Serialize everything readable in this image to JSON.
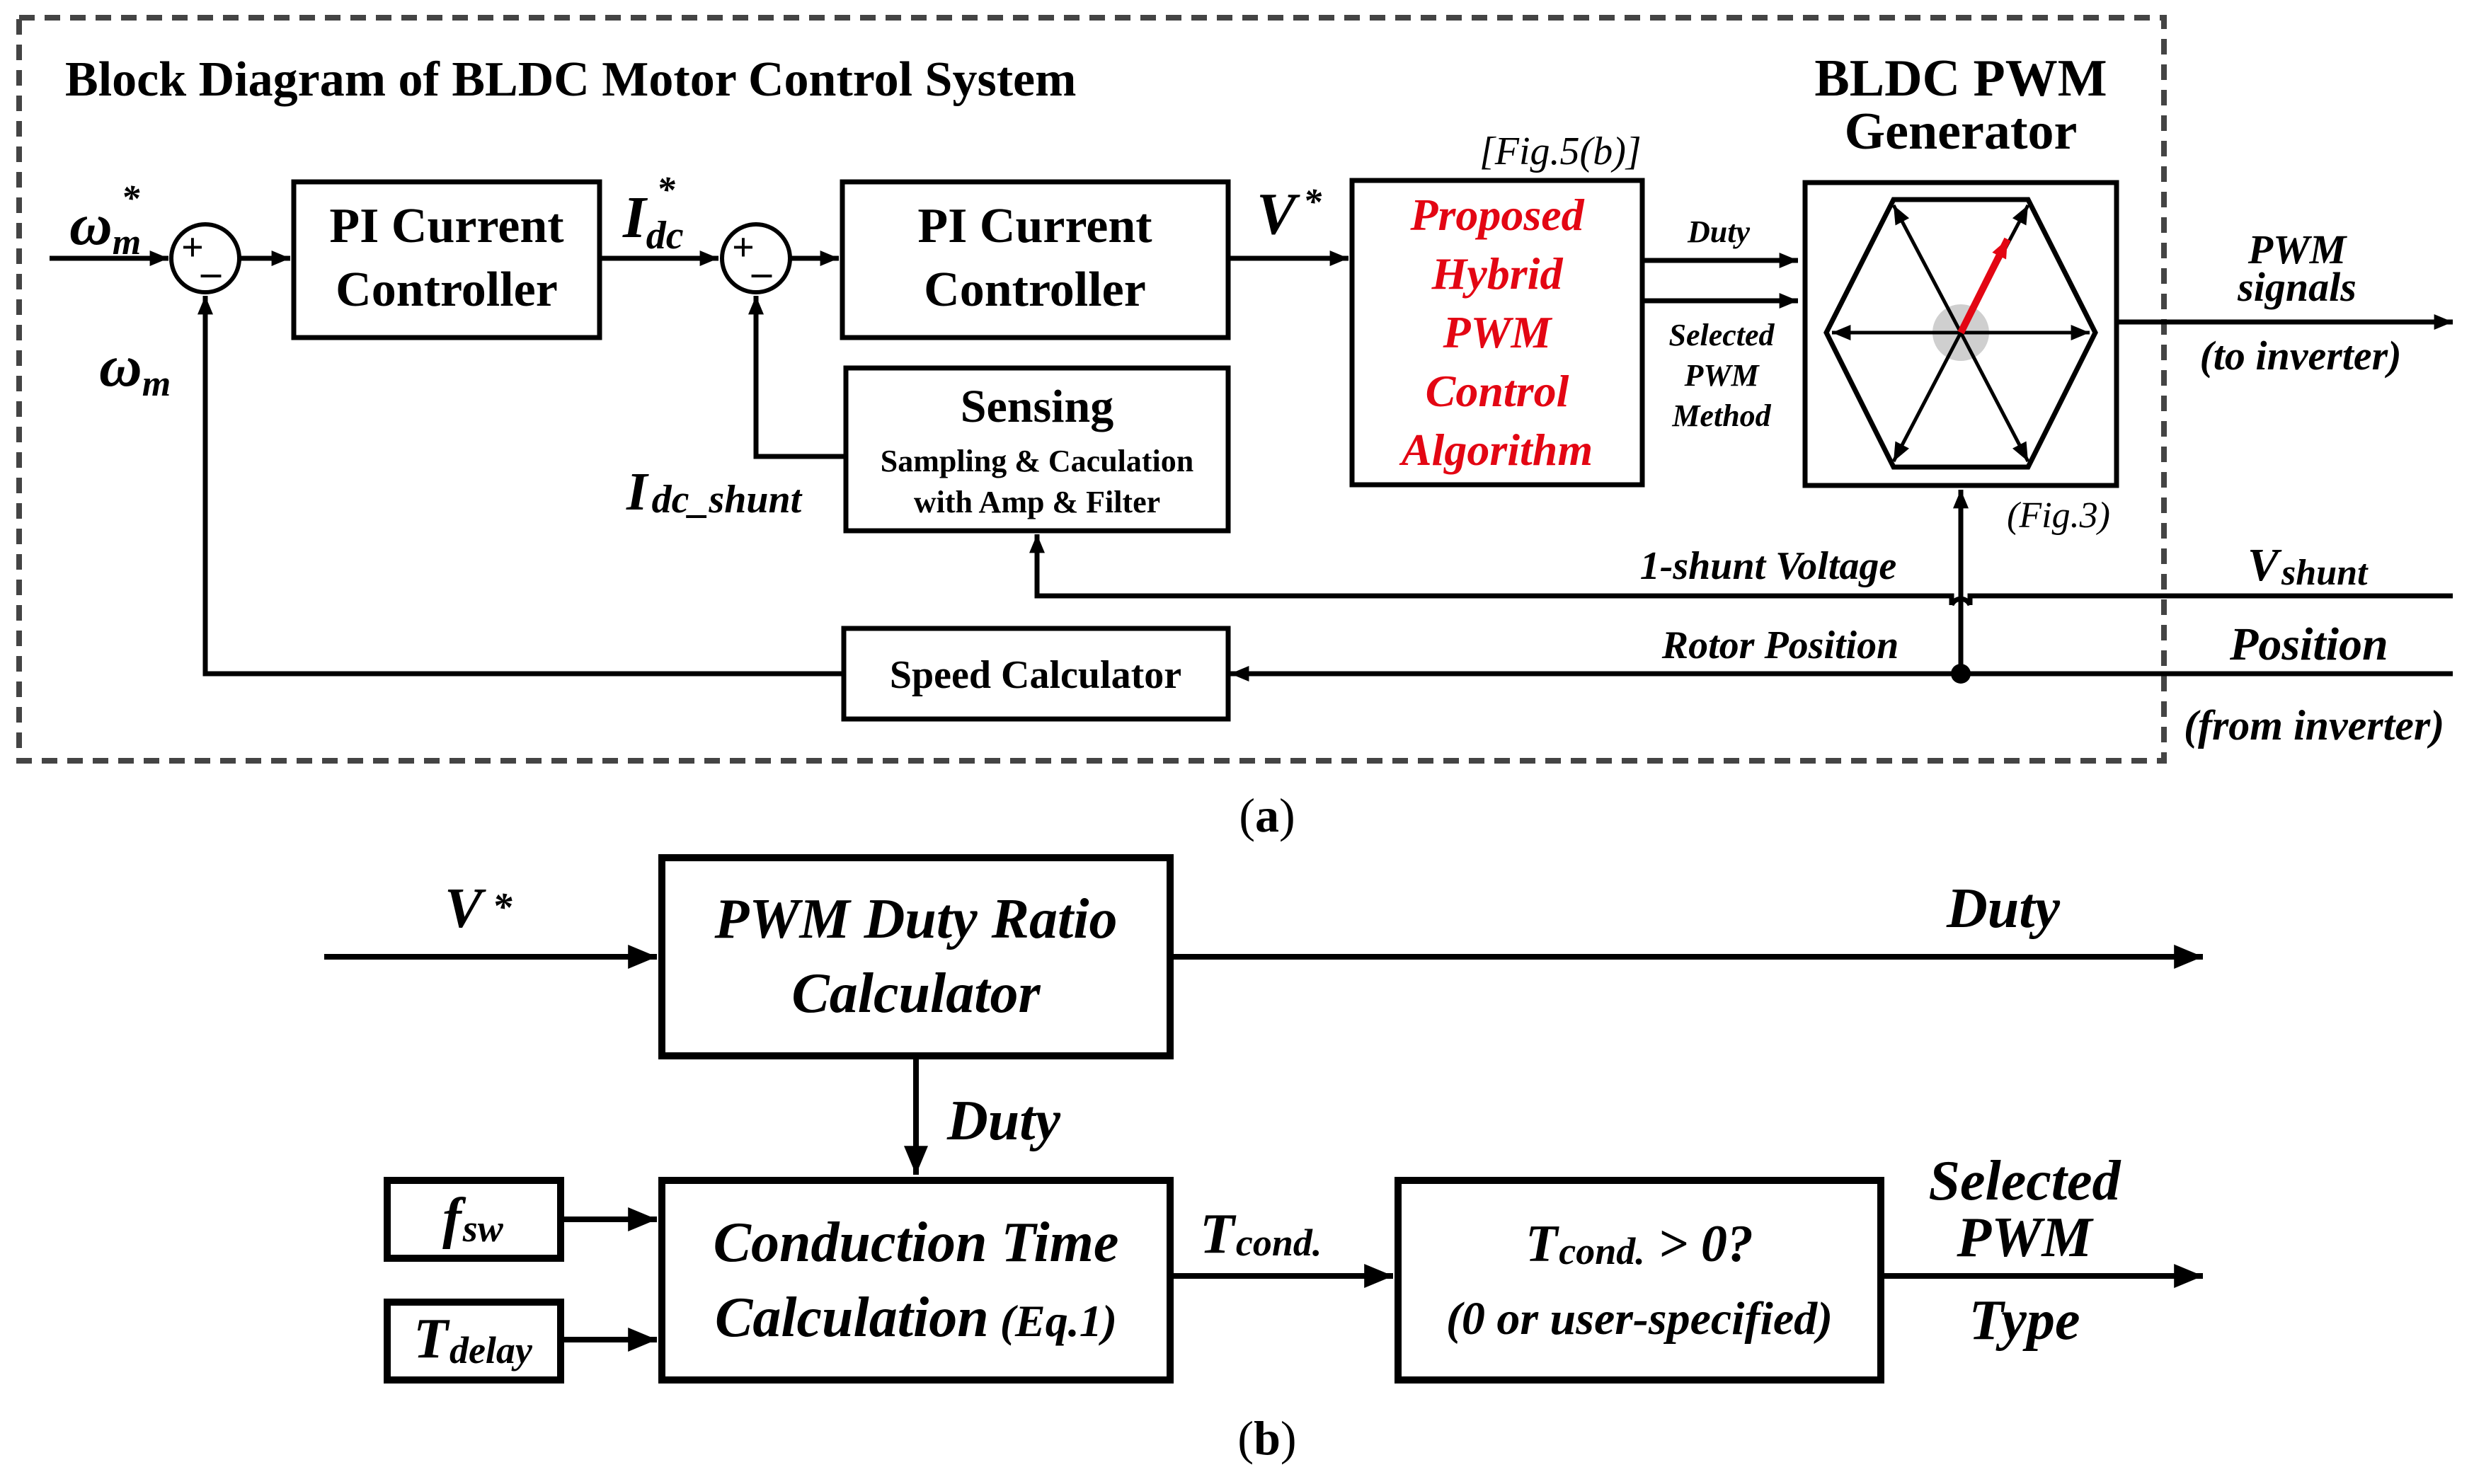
{
  "part_a": {
    "title": "Block Diagram of BLDC Motor Control System",
    "caption_open": "(",
    "caption_letter": "a",
    "caption_close": ")",
    "inputs": {
      "omega_ref": "ω",
      "omega_ref_sub": "m",
      "omega_ref_sup": "*",
      "omega_fb": "ω",
      "omega_fb_sub": "m"
    },
    "sum1": {
      "plus": "+",
      "minus": "_"
    },
    "sum2": {
      "plus": "+",
      "minus": "_"
    },
    "pi_speed": {
      "line1": "PI Current",
      "line2": "Controller"
    },
    "idc_ref": {
      "main": "I",
      "sub": "dc",
      "sup": "*"
    },
    "pi_current": {
      "line1": "PI Current",
      "line2": "Controller"
    },
    "v_ref": {
      "main": "V",
      "sup": "*"
    },
    "sensing": {
      "line1": "Sensing",
      "line2": "Sampling & Caculation",
      "line3": "with Amp & Filter"
    },
    "idc_shunt": {
      "main": "I",
      "sub": "dc_shunt"
    },
    "hybrid": {
      "ref": "[Fig.5(b)]",
      "lines": [
        "Proposed",
        "Hybrid",
        "PWM",
        "Control",
        "Algorithm"
      ]
    },
    "duty_label": "Duty",
    "selected_label": [
      "Selected",
      "PWM",
      "Method"
    ],
    "generator": {
      "title_line1": "BLDC PWM",
      "title_line2": "Generator",
      "ref": "(Fig.3)"
    },
    "pwm_out": {
      "line1": "PWM",
      "line2": "signals",
      "line3": "(to inverter)"
    },
    "shunt_voltage_label": "1-shunt Voltage",
    "rotor_position_label": "Rotor Position",
    "v_shunt": {
      "main": "V",
      "sub": "shunt"
    },
    "position": "Position",
    "from_inverter": "(from inverter)",
    "speed_calc": "Speed Calculator"
  },
  "part_b": {
    "caption_open": "(",
    "caption_letter": "b",
    "caption_close": ")",
    "v_ref": {
      "main": "V",
      "sup": "*"
    },
    "duty_calc": {
      "line1": "PWM Duty Ratio",
      "line2": "Calculator"
    },
    "duty_out": "Duty",
    "duty_down": "Duty",
    "fsw": {
      "main": "f",
      "sub": "sw"
    },
    "tdelay": {
      "main": "T",
      "sub": "delay"
    },
    "conduction": {
      "line1": "Conduction Time",
      "line2": "Calculation",
      "line2_eq": "(Eq.1)"
    },
    "tcond": {
      "main": "T",
      "sub": "cond."
    },
    "decision": {
      "line1_main": "T",
      "line1_sub": "cond.",
      "line1_rest": " > 0?",
      "line2": "(0 or user-specified)"
    },
    "selected_type": [
      "Selected",
      "PWM",
      "Type"
    ]
  }
}
